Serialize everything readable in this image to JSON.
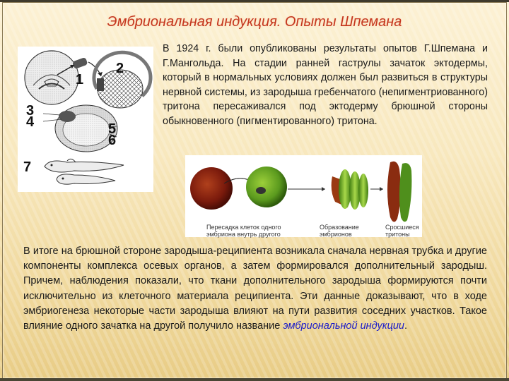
{
  "slide": {
    "title": "Эмбриональная индукция. Опыты Шпемана",
    "colors": {
      "title": "#c4361e",
      "background": "#f7e7bf",
      "body_text": "#1a1a1a",
      "term_highlight": "#1c1cc8"
    }
  },
  "diagram": {
    "labels": [
      "1",
      "2",
      "3",
      "4",
      "5",
      "6",
      "7"
    ]
  },
  "intro": {
    "text": "В 1924 г. были опубликованы результаты опытов Г.Шпемана и Г.Мангольда. На стадии ранней гаструлы зачаток эктодермы, который в нормальных условиях должен был развиться в структуры нервной системы, из зародыша гребенчатого (непигментриованного) тритона пересаживался под эктодерму брюшной стороны обыкновенного (пигментированного) тритона."
  },
  "photo": {
    "captions": [
      {
        "line1": "Пересадка клеток одного",
        "line2": "эмбриона внутрь другого"
      },
      {
        "line1": "Образование",
        "line2": "эмбрионов"
      },
      {
        "line1": "Сросшиеся",
        "line2": "тритоны"
      }
    ]
  },
  "conclusion": {
    "text": "В итоге на брюшной стороне зародыша-реципиента возникала сначала нервная трубка и другие компоненты комплекса осевых органов, а затем формировался дополнительный зародыш. Причем, наблюдения показали, что ткани дополнительного зародыша формируются почти исключительно из клеточного материала реципиента. Эти данные доказывают, что в ходе эмбриогенеза некоторые части зародыша влияют на пути развития соседних участков. Такое влияние одного зачатка на другой получило название ",
    "term": "эмбриональной индукции",
    "term_suffix": "."
  }
}
